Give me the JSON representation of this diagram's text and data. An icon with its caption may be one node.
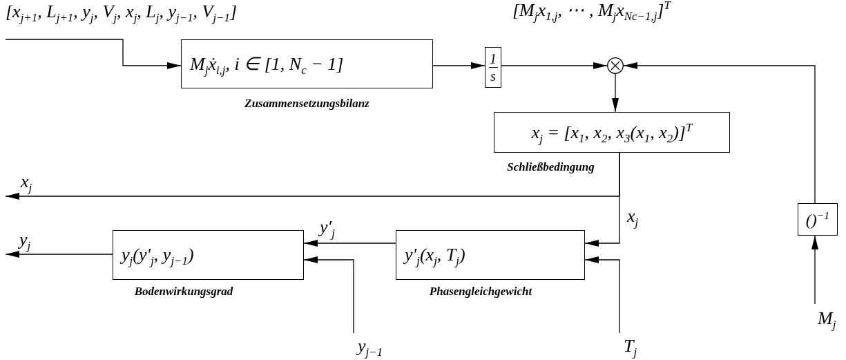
{
  "diagram": {
    "nodes": [
      {
        "text": [
          "[x$_{j+1}$, L$_{j+1}$, y$_{j}$, V$_{j}$, x$_{j}$, L$_{j}$, y$_{j−1}$, V$_{j−1}$]"
        ]
      },
      {
        "text": [
          "M$_{j}$ẋ$_{i,j}$,  i ∈ [1, N$_{c}$ − 1]"
        ],
        "beside": [
          "Zusammensetzungsbilanz"
        ]
      },
      {
        "text": [
          "1",
          "s"
        ]
      },
      {
        "text": [],
        "shape": "circle"
      },
      {
        "text": [
          "x$_{j}$ = [x$_{1}$, x$_{2}$, x$_{3}$(x$_{1}$, x$_{2}$)]$^{T}$"
        ],
        "beside": [
          "Schließbedingung"
        ]
      },
      {
        "text": [
          "()$^{−1}$"
        ]
      },
      {
        "text": [
          "M$_{j}$"
        ]
      },
      {
        "text": [
          "y′$_{j}$(x$_{j}$, T$_{j}$)"
        ],
        "beside": [
          "Phasengleichgewicht"
        ]
      },
      {
        "text": [
          "y$_{j}$(y′$_{j}$, y$_{j−1}$)"
        ],
        "beside": [
          "Bodenwirkungsgrad"
        ]
      },
      {
        "text": [
          "T$_{j}$"
        ]
      },
      {
        "text": [
          "y$_{j−1}$"
        ]
      }
    ],
    "edges": [
      {
        "from": 0,
        "to": 1,
        "arrow": "to"
      },
      {
        "from": 1,
        "to": 2,
        "arrow": "to"
      },
      {
        "from": 2,
        "to": 3,
        "arrow": "to",
        "label": "[M$_{j}$x$_{1,j}$, ⋯ , M$_{j}$x$_{Nc−1,j}$]$^{T}$"
      },
      {
        "from": 5,
        "to": 3,
        "arrow": "to"
      },
      {
        "from": 3,
        "to": 4,
        "arrow": "to"
      },
      {
        "from": 4,
        "to": null,
        "arrow": "to",
        "label": "x$_{j}$"
      },
      {
        "from": 4,
        "to": 7,
        "arrow": "to",
        "label": "x$_{j}$"
      },
      {
        "from": 6,
        "to": 5,
        "arrow": "to"
      },
      {
        "from": 9,
        "to": 7,
        "arrow": "to"
      },
      {
        "from": 7,
        "to": 8,
        "arrow": "to",
        "label": "y′$_{j}$"
      },
      {
        "from": 10,
        "to": 8,
        "arrow": "to"
      },
      {
        "from": 8,
        "to": null,
        "arrow": "to",
        "label": "y$_{j}$"
      }
    ]
  }
}
